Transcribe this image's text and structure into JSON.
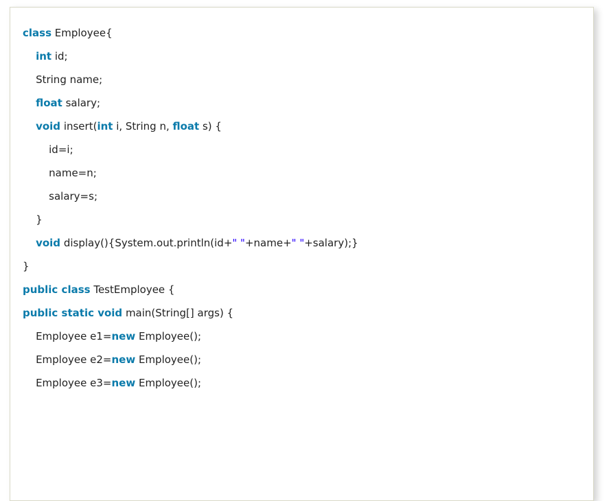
{
  "page": {
    "background": "#ffffff"
  },
  "code_block": {
    "language": "java",
    "colors": {
      "keyword": "#0b7bab",
      "string": "#2a00ff",
      "text": "#222222",
      "border": "#d9d9c7",
      "background": "#ffffff"
    },
    "lines": [
      [
        {
          "t": "class",
          "c": "k"
        },
        {
          "t": " Employee{"
        }
      ],
      [
        {
          "t": "    "
        },
        {
          "t": "int",
          "c": "k"
        },
        {
          "t": " id;"
        }
      ],
      [
        {
          "t": "    String name;"
        }
      ],
      [
        {
          "t": "    "
        },
        {
          "t": "float",
          "c": "k"
        },
        {
          "t": " salary;"
        }
      ],
      [
        {
          "t": "    "
        },
        {
          "t": "void",
          "c": "k"
        },
        {
          "t": " insert("
        },
        {
          "t": "int",
          "c": "k"
        },
        {
          "t": " i, String n, "
        },
        {
          "t": "float",
          "c": "k"
        },
        {
          "t": " s) {"
        }
      ],
      [
        {
          "t": "        id=i;"
        }
      ],
      [
        {
          "t": "        name=n;"
        }
      ],
      [
        {
          "t": "        salary=s;"
        }
      ],
      [
        {
          "t": "    }"
        }
      ],
      [
        {
          "t": "    "
        },
        {
          "t": "void",
          "c": "k"
        },
        {
          "t": " display(){System.out.println(id+"
        },
        {
          "t": "\" \"",
          "c": "s"
        },
        {
          "t": "+name+"
        },
        {
          "t": "\" \"",
          "c": "s"
        },
        {
          "t": "+salary);}"
        }
      ],
      [
        {
          "t": "}"
        }
      ],
      [
        {
          "t": "public class",
          "c": "k"
        },
        {
          "t": " TestEmployee {"
        }
      ],
      [
        {
          "t": "public static void",
          "c": "k"
        },
        {
          "t": " main(String[] args) {"
        }
      ],
      [
        {
          "t": "    Employee e1="
        },
        {
          "t": "new",
          "c": "k"
        },
        {
          "t": " Employee();"
        }
      ],
      [
        {
          "t": "    Employee e2="
        },
        {
          "t": "new",
          "c": "k"
        },
        {
          "t": " Employee();"
        }
      ],
      [
        {
          "t": "    Employee e3="
        },
        {
          "t": "new",
          "c": "k"
        },
        {
          "t": " Employee();"
        }
      ]
    ]
  }
}
